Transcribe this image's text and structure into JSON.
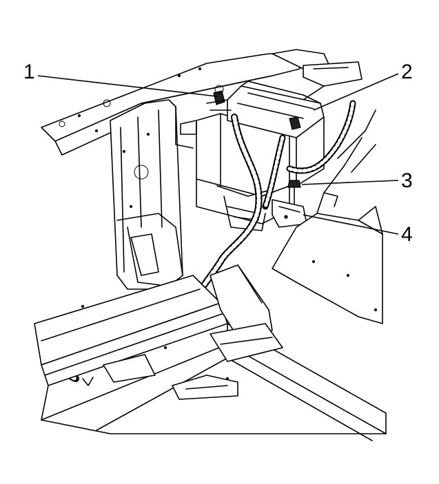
{
  "callouts": {
    "c1": {
      "label": "1"
    },
    "c2": {
      "label": "2"
    },
    "c3": {
      "label": "3"
    },
    "c4": {
      "label": "4"
    }
  },
  "colors": {
    "line": "#000000",
    "background": "#ffffff"
  }
}
